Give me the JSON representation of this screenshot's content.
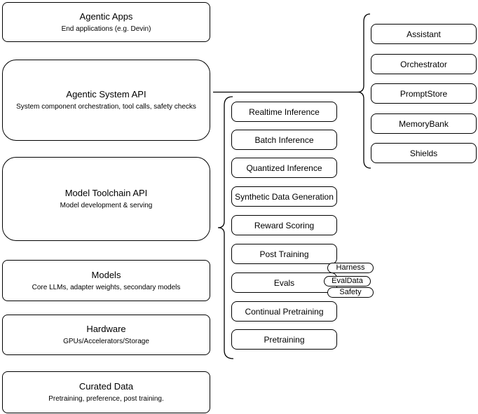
{
  "diagram": {
    "left_stack": [
      {
        "title": "Agentic Apps",
        "subtitle": "End applications (e.g. Devin)"
      },
      {
        "title": "Agentic System API",
        "subtitle": "System component orchestration, tool calls, safety checks"
      },
      {
        "title": "Model Toolchain API",
        "subtitle": "Model development & serving"
      },
      {
        "title": "Models",
        "subtitle": "Core LLMs, adapter weights, secondary models"
      },
      {
        "title": "Hardware",
        "subtitle": "GPUs/Accelerators/Storage"
      },
      {
        "title": "Curated Data",
        "subtitle": "Pretraining, preference, post training."
      }
    ],
    "toolchain_services": [
      "Realtime Inference",
      "Batch Inference",
      "Quantized Inference",
      "Synthetic Data Generation",
      "Reward Scoring",
      "Post Training",
      "Evals",
      "Continual Pretraining",
      "Pretraining"
    ],
    "eval_badges": [
      "Harness",
      "EvalData",
      "Safety"
    ],
    "system_components": [
      "Assistant",
      "Orchestrator",
      "PromptStore",
      "MemoryBank",
      "Shields"
    ],
    "colors": {
      "stroke": "#000000",
      "fill": "#ffffff",
      "background": "#ffffff"
    }
  }
}
